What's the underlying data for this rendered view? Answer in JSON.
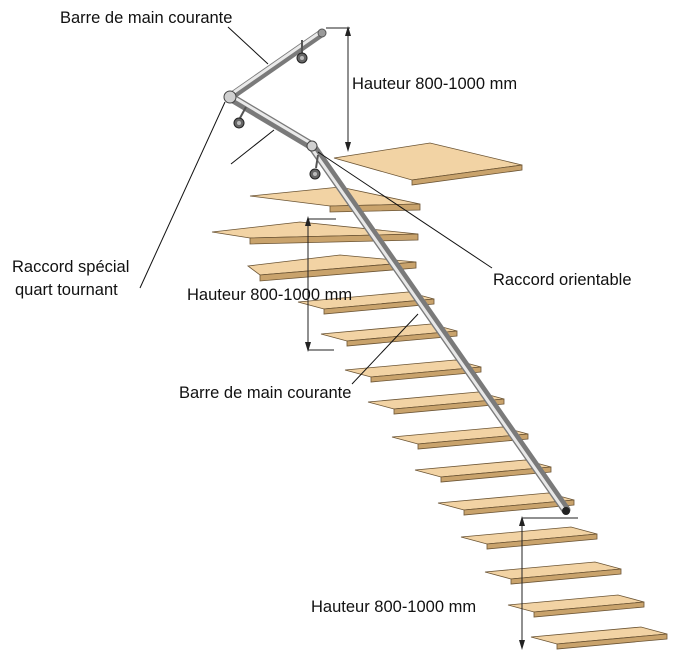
{
  "labels": {
    "handrail_top": "Barre de main courante",
    "height_top": "Hauteur 800-1000 mm",
    "swivel_joint": "Raccord orientable",
    "special_joint_line1": "Raccord spécial",
    "special_joint_line2": "quart tournant",
    "height_middle": "Hauteur 800-1000 mm",
    "handrail_middle": "Barre de main courante",
    "height_bottom": "Hauteur 800-1000 mm"
  },
  "colors": {
    "tread_top": "#f2d3a4",
    "tread_edge": "#c9a36c",
    "rail_light": "#f0f0f0",
    "rail_dark": "#6e6e6e",
    "line": "#111111"
  }
}
